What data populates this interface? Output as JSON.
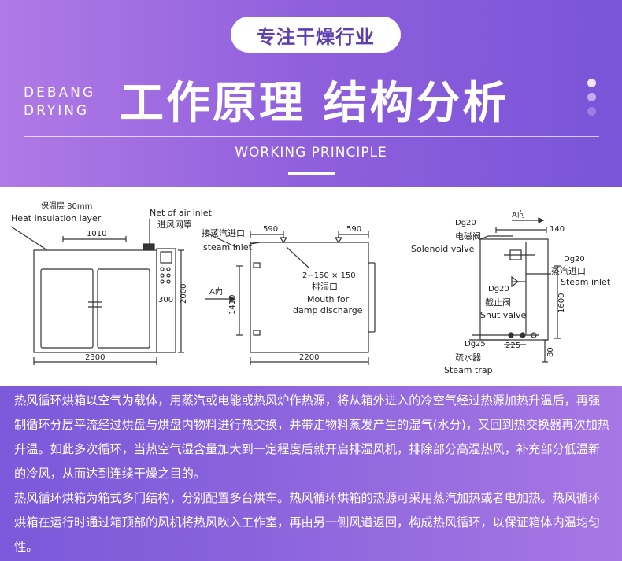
{
  "header": {
    "pill_label": "专注干燥行业",
    "brand_line1": "DEBANG",
    "brand_line2": "DRYING",
    "title": "工作原理 结构分析",
    "subtitle": "WORKING PRINCIPLE"
  },
  "diagram": {
    "left": {
      "insulation_cn": "保温层 80mm",
      "insulation_en": "Heat insulation layer",
      "net_en": "Net of air inlet",
      "net_cn": "进风网罩",
      "dim_1010": "1010",
      "dim_2000": "2000",
      "dim_300": "300",
      "dim_2300": "2300"
    },
    "middle": {
      "steam_inlet_cn": "接蒸汽进口",
      "steam_inlet_en": "steam inlet",
      "dim_590_left": "590",
      "dim_590_right": "590",
      "vent_size": "2−150 × 150",
      "vent_cn": "排湿口",
      "vent_en_line1": "Mouth for",
      "vent_en_line2": "damp discharge",
      "a_direction": "A向",
      "dim_1410": "1410",
      "dim_2200": "2200"
    },
    "right": {
      "a_direction": "A向",
      "dim_140": "140",
      "dg20_top": "Dg20",
      "solenoid_cn": "电磁阀",
      "solenoid_en": "Solenoid valve",
      "dg20_right": "Dg20",
      "steam_inlet_cn": "蒸汽进口",
      "steam_inlet_en": "Steam inlet",
      "dg20_mid": "Dg20",
      "shut_cn": "截止阀",
      "shut_en": "Shut valve",
      "dim_1600": "1600",
      "dg25": "Dg25",
      "dim_225": "225",
      "dim_80": "80",
      "trap_cn": "疏水器",
      "trap_en": "Steam trap"
    }
  },
  "description": {
    "paragraph1": "热风循环烘箱以空气为载体，用蒸汽或电能或热风炉作热源，将从箱外进入的冷空气经过热源加热升温后，再强制循环分层平流经过烘盘与烘盘内物料进行热交换，并带走物料蒸发产生的湿气(水分)，又回到热交换器再次加热升温。如此多次循环，当热空气湿含量加大到一定程度后就开启排湿风机，排除部分高湿热风，补充部分低温新的冷风，从而达到连续干燥之目的。",
    "paragraph2": "热风循环烘箱为箱式多门结构，分别配置多台烘车。热风循环烘箱的热源可采用蒸汽加热或者电加热。热风循环烘箱在运行时通过箱顶部的风机将热风吹入工作室，再由另一侧风道返回，构成热风循环，以保证箱体内温均匀性。"
  }
}
